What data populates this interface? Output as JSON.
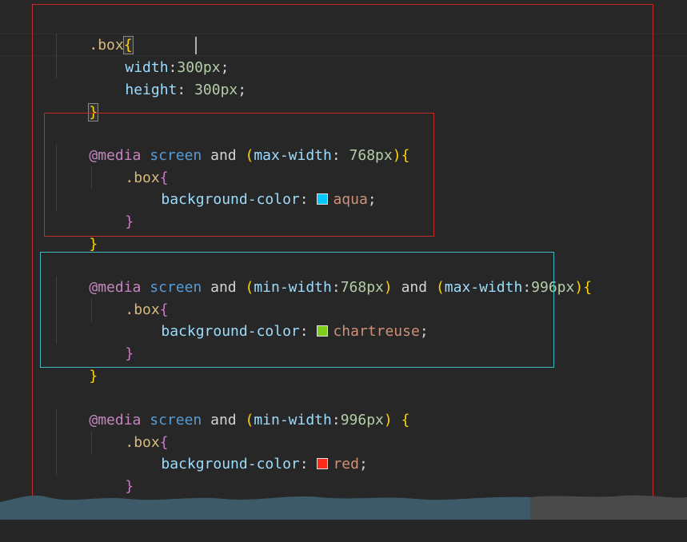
{
  "colors": {
    "aqua": "#00c8ff",
    "chartreuse": "#7fcc1a",
    "red": "#ff2a1a",
    "annotation_red": "#c42b2b",
    "annotation_cyan": "#3fb8c4"
  },
  "code": {
    "box_rule": {
      "selector": ".box",
      "open": "{",
      "width_prop": "width",
      "width_value": "300px",
      "height_prop": "height",
      "height_value": "300px",
      "close": "}"
    },
    "media1": {
      "at": "@media",
      "screen": "screen",
      "and1": "and",
      "cond_open": "(",
      "cond_prop": "max-width",
      "cond_colon": ": ",
      "cond_value": "768px",
      "cond_close": ")",
      "open": "{",
      "selector": ".box",
      "inner_open": "{",
      "prop": "background-color",
      "value": "aqua",
      "inner_close": "}",
      "close": "}"
    },
    "media2": {
      "at": "@media",
      "screen": "screen",
      "and1": "and",
      "cond1_prop": "min-width",
      "cond1_value": "768px",
      "and2": "and",
      "cond2_prop": "max-width",
      "cond2_value": "996px",
      "open": "{",
      "selector": ".box",
      "inner_open": "{",
      "prop": "background-color",
      "value": "chartreuse",
      "inner_close": "}",
      "close": "}"
    },
    "media3": {
      "at": "@media",
      "screen": "screen",
      "and1": "and",
      "cond_prop": "min-width",
      "cond_value": "996px",
      "open": "{",
      "selector": ".box",
      "inner_open": "{",
      "prop": "background-color",
      "value": "red",
      "inner_close": "}",
      "close": "}"
    }
  }
}
